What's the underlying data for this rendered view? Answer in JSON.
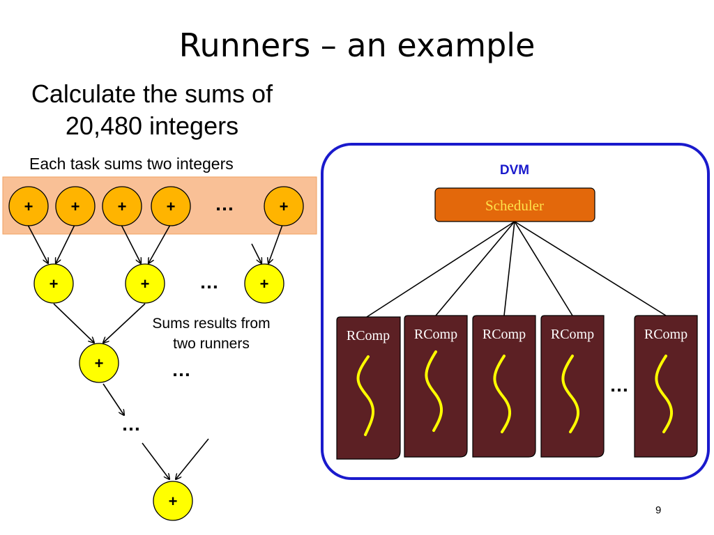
{
  "slide": {
    "title": "Runners – an example",
    "subtitle_line1": "Calculate the sums of",
    "subtitle_line2": "20,480 integers",
    "task_note": "Each task sums two integers",
    "runner_note_line1": "Sums results from",
    "runner_note_line2": "two runners",
    "page_number": "9"
  },
  "tree": {
    "operator": "+",
    "ellipsis": "…"
  },
  "dvm": {
    "label": "DVM",
    "scheduler_label": "Scheduler",
    "rcomp_label": "RComp",
    "ellipsis": "…"
  },
  "colors": {
    "task_band": "#f9c096",
    "task_node": "#ffb400",
    "runner_node": "#ffff00",
    "dvm_border": "#1a1acc",
    "scheduler_fill": "#e3680b",
    "scheduler_text": "#ffe14a",
    "rcomp_fill": "#5c2024",
    "thread_line": "#ffff00"
  }
}
